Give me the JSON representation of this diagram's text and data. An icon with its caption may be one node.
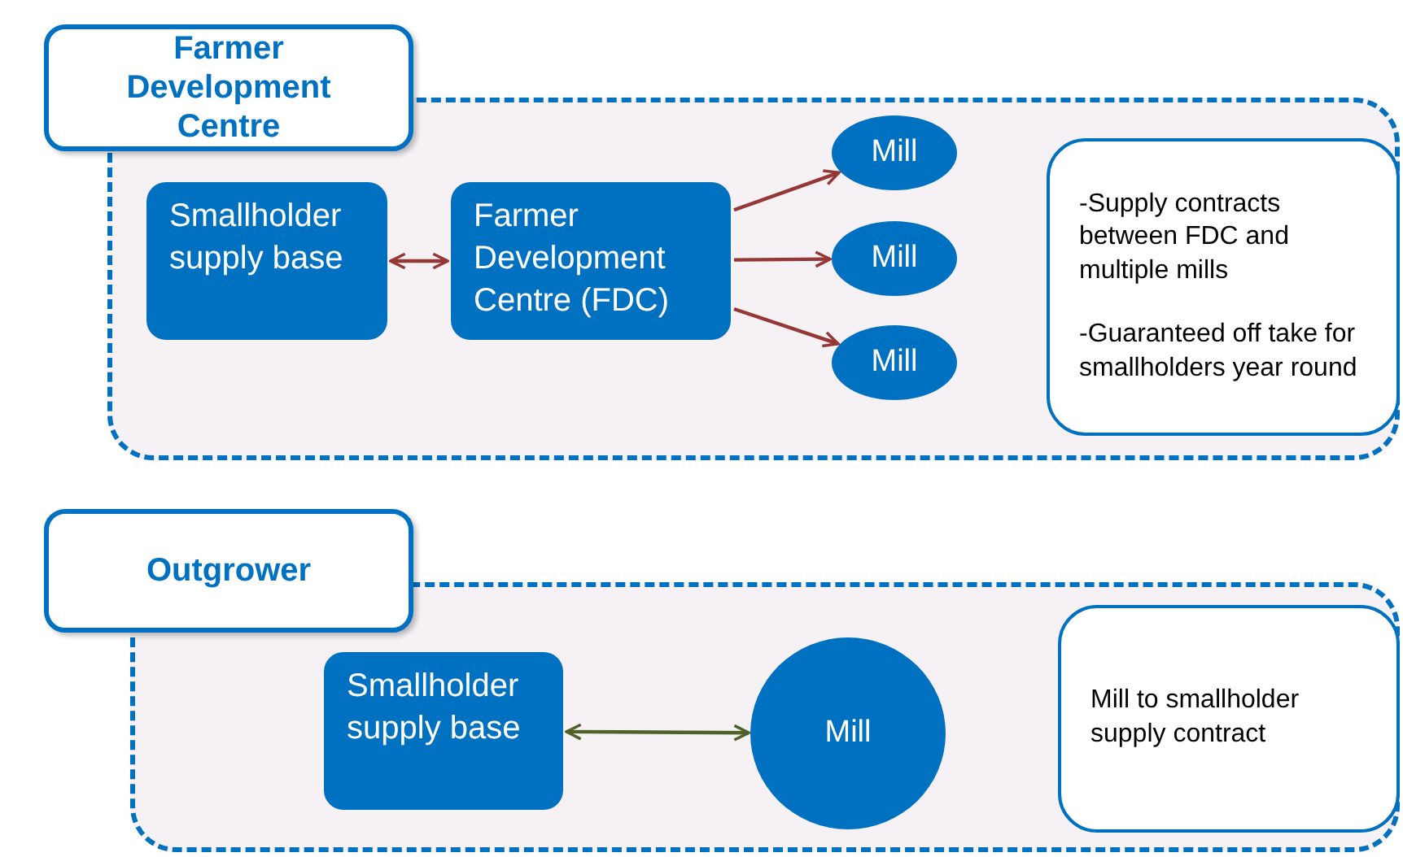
{
  "diagram": {
    "nodes": [
      {
        "text": [
          "Farmer Development Centre"
        ]
      },
      {
        "text": [
          "Smallholder supply base"
        ],
        "in": 0
      },
      {
        "text": [
          "Farmer Development Centre (FDC)"
        ],
        "in": 0
      },
      {
        "text": [
          "Mill"
        ],
        "in": 0
      },
      {
        "text": [
          "Mill"
        ],
        "in": 0
      },
      {
        "text": [
          "Mill"
        ],
        "in": 0
      },
      {
        "text": [
          "-Supply contracts between FDC and multiple mills",
          "-Guaranteed off take for smallholders year round"
        ],
        "in": 0
      },
      {
        "text": [
          "Outgrower"
        ]
      },
      {
        "text": [
          "Smallholder supply base"
        ],
        "in": 7
      },
      {
        "text": [
          "Mill"
        ],
        "in": 7
      },
      {
        "text": [
          "Mill to smallholder supply contract"
        ],
        "in": 7
      }
    ],
    "edges": [
      {
        "from": 1,
        "to": 2,
        "arrow": "both"
      },
      {
        "from": 2,
        "to": 3,
        "arrow": "to"
      },
      {
        "from": 2,
        "to": 4,
        "arrow": "to"
      },
      {
        "from": 2,
        "to": 5,
        "arrow": "to"
      },
      {
        "from": 8,
        "to": 9,
        "arrow": "both",
        "color": "#4f6228"
      }
    ]
  }
}
